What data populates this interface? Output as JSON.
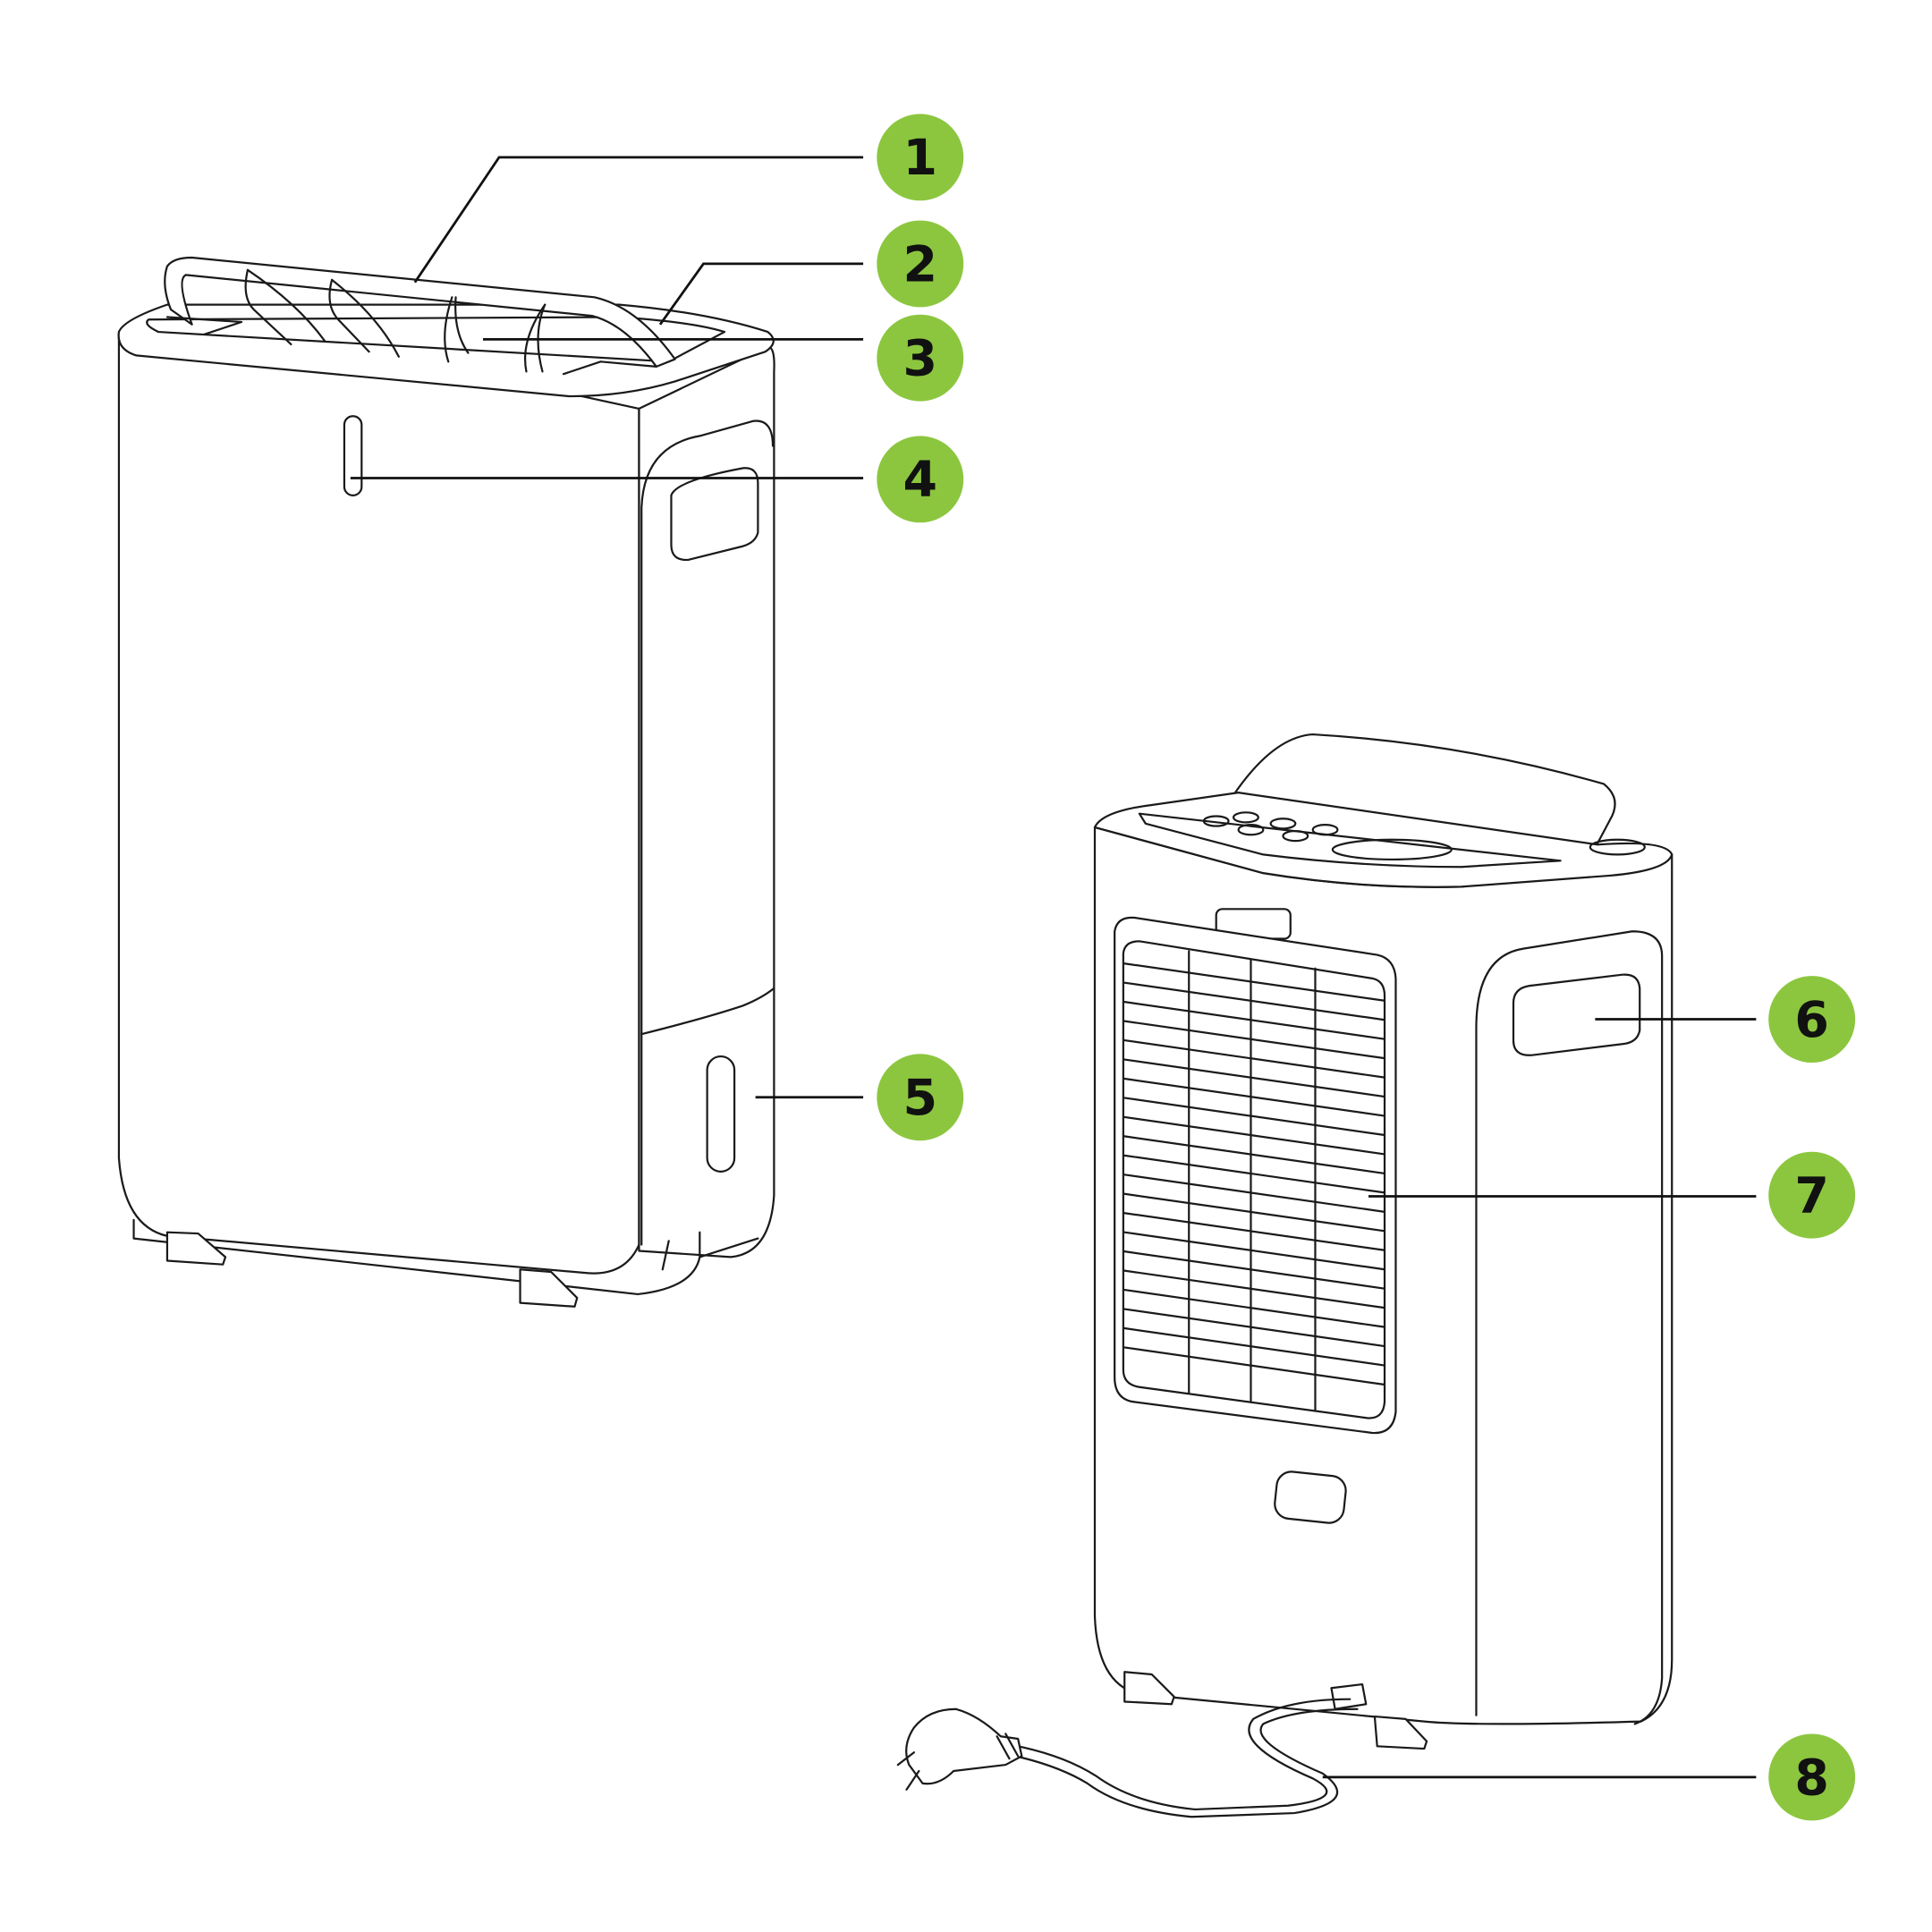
{
  "diagram": {
    "callouts": [
      {
        "label": "1",
        "part": "top-handle"
      },
      {
        "label": "2",
        "part": "top-outlet"
      },
      {
        "label": "3",
        "part": "louvers"
      },
      {
        "label": "4",
        "part": "water-level-window"
      },
      {
        "label": "5",
        "part": "water-tank-window"
      },
      {
        "label": "6",
        "part": "side-handle"
      },
      {
        "label": "7",
        "part": "air-intake-grille"
      },
      {
        "label": "8",
        "part": "power-cord"
      }
    ],
    "colors": {
      "badge": "#8cc63f",
      "line": "#1a1a1a"
    }
  }
}
